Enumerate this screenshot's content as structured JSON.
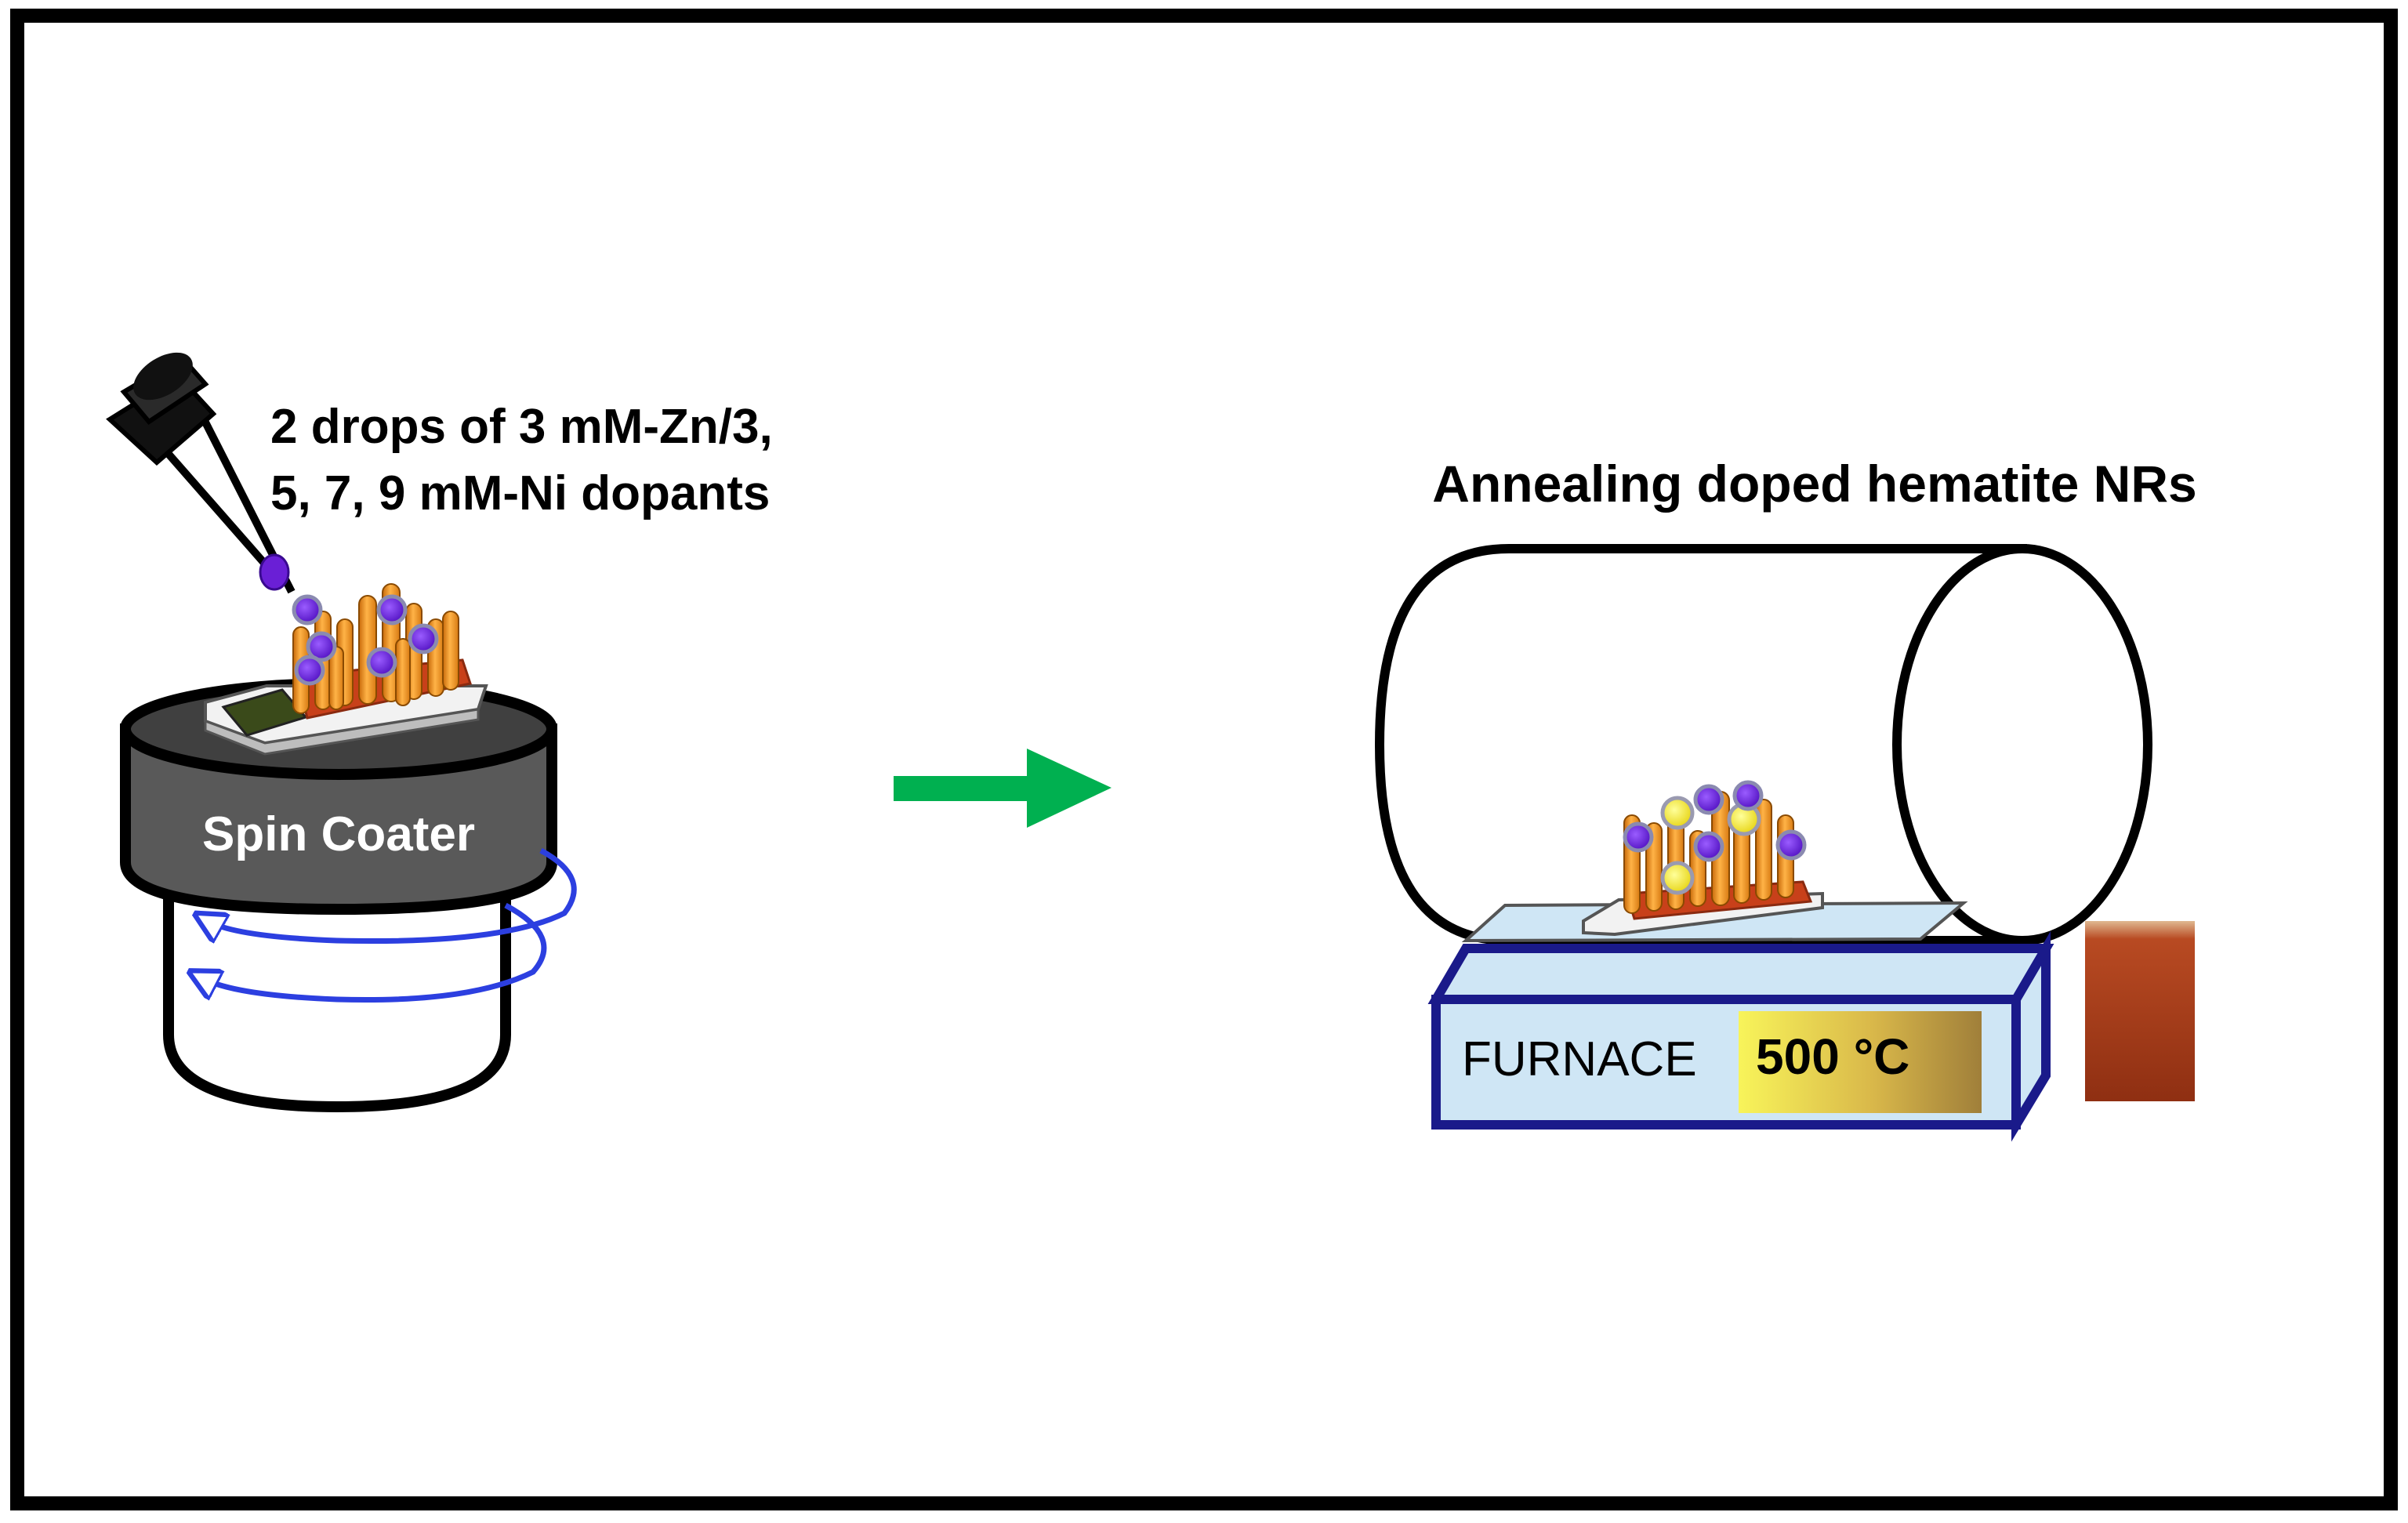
{
  "figure": {
    "dropper_label": {
      "line1": "2 drops of 3 mM-Zn/3,",
      "line2": "5, 7, 9 mM-Ni dopants"
    },
    "spin_coater_label": "Spin Coater",
    "annealing_title": "Annealing doped hematite NRs",
    "furnace_label": "FURNACE",
    "furnace_temperature": "500 °C"
  },
  "colors": {
    "frame": "#000000",
    "nanorod": "#f0901a",
    "nanorod_base": "#c8401a",
    "ni_dopant": "#6a1fd6",
    "zn_dopant": "#f4ef1f",
    "arrow": "#00b050",
    "furnace_border": "#1a1a8a",
    "furnace_body": "#cfe6f5",
    "spin_direction": "#2c3fe0",
    "coater_top": "#595959",
    "sample_vial": "#a83a1a"
  }
}
